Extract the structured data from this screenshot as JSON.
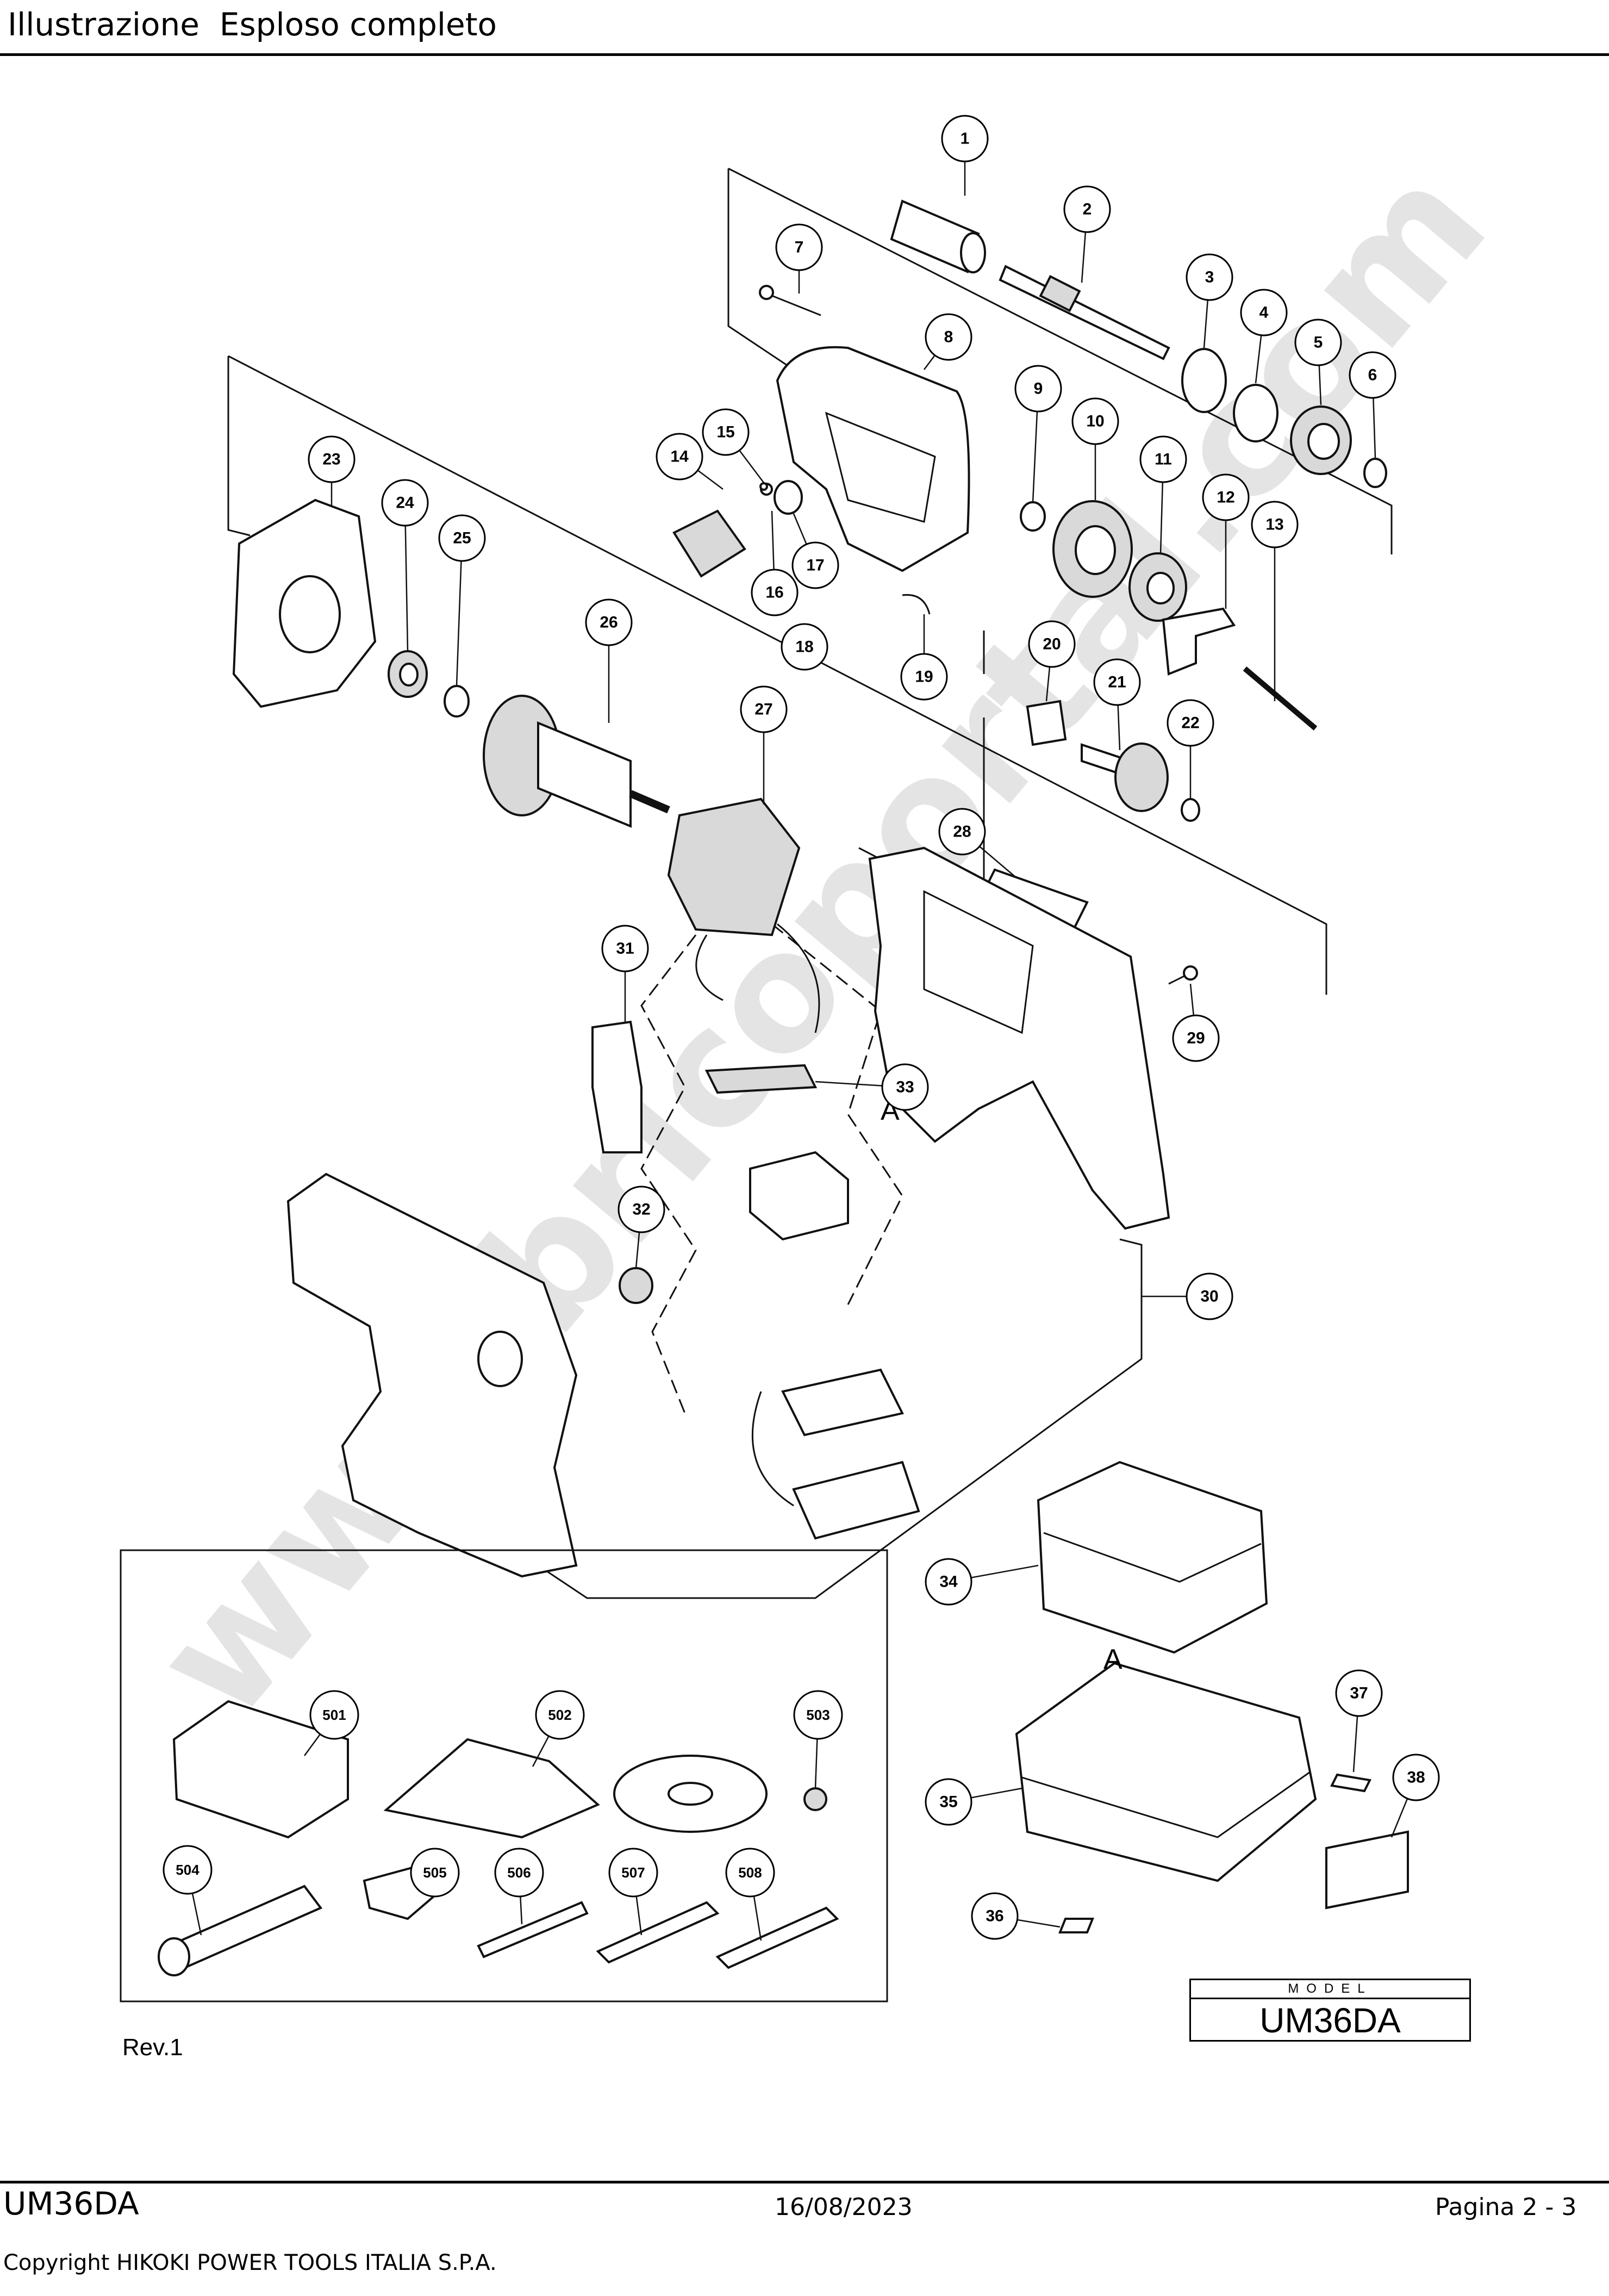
{
  "header": {
    "title": "Illustrazione  Esploso completo"
  },
  "diagram": {
    "watermark": "www.bricoportal.com",
    "reference_letter": "A",
    "callouts": [
      "1",
      "2",
      "3",
      "4",
      "5",
      "6",
      "7",
      "8",
      "9",
      "10",
      "11",
      "12",
      "13",
      "14",
      "15",
      "16",
      "17",
      "18",
      "19",
      "20",
      "21",
      "22",
      "23",
      "24",
      "25",
      "26",
      "27",
      "28",
      "29",
      "30",
      "31",
      "32",
      "33",
      "34",
      "35",
      "36",
      "37",
      "38",
      "501",
      "502",
      "503",
      "504",
      "505",
      "506",
      "507",
      "508"
    ]
  },
  "revision": "Rev.1",
  "model_box": {
    "label": "MODEL",
    "value": "UM36DA"
  },
  "footer": {
    "model": "UM36DA",
    "date": "16/08/2023",
    "page": "Pagina 2 - 3",
    "copyright": "Copyright HIKOKI POWER TOOLS ITALIA S.P.A."
  }
}
